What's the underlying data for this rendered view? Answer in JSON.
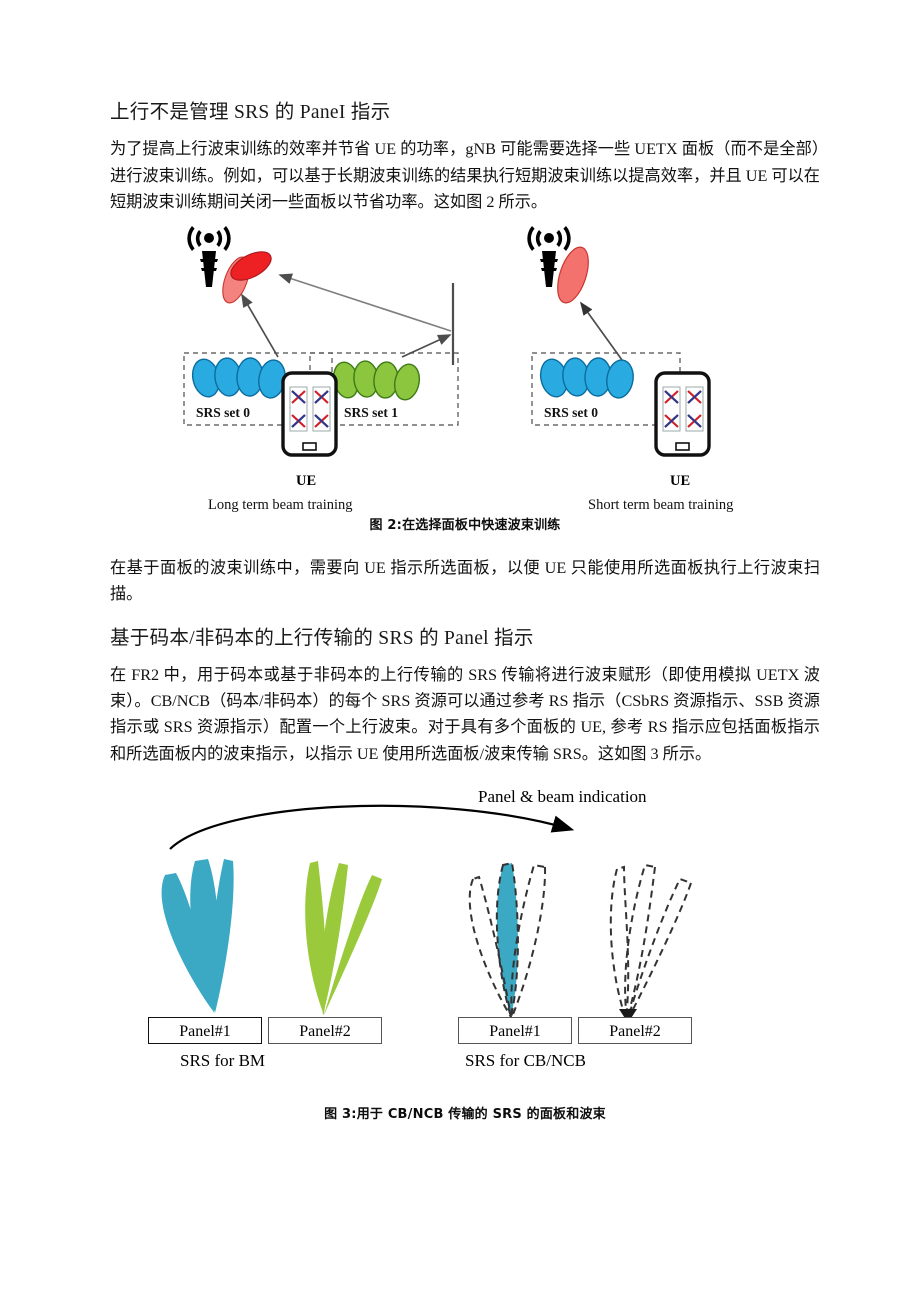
{
  "document": {
    "sections": [
      {
        "heading": "上行不是管理 SRS 的 PaneI 指示",
        "paragraphs": [
          "为了提高上行波束训练的效率并节省 UE 的功率，gNB 可能需要选择一些 UETX 面板（而不是全部）进行波束训练。例如，可以基于长期波束训练的结果执行短期波束训练以提高效率，并且 UE 可以在短期波束训练期间关闭一些面板以节省功率。这如图 2 所示。"
        ],
        "after_figure_paragraph": "在基于面板的波束训练中，需要向 UE 指示所选面板，以便 UE 只能使用所选面板执行上行波束扫描。"
      },
      {
        "heading": "基于码本/非码本的上行传输的 SRS 的 Panel 指示",
        "paragraphs": [
          "在 FR2 中，用于码本或基于非码本的上行传输的 SRS 传输将进行波束赋形（即使用模拟 UETX 波束）。CB/NCB（码本/非码本）的每个 SRS 资源可以通过参考 RS 指示（CSbRS 资源指示、SSB 资源指示或 SRS 资源指示）配置一个上行波束。对于具有多个面板的 UE, 参考 RS 指示应包括面板指示和所选面板内的波束指示，以指示 UE 使用所选面板/波束传输 SRS。这如图 3 所示。"
        ]
      }
    ]
  },
  "figure2": {
    "caption": "图 2:在选择面板中快速波束训练",
    "left": {
      "mode_label": "Long term beam training",
      "ue_label": "UE",
      "srs_set_left": "SRS set 0",
      "srs_set_right": "SRS set 1"
    },
    "right": {
      "mode_label": "Short term beam training",
      "ue_label": "UE",
      "srs_set_left": "SRS set 0"
    },
    "colors": {
      "gnb_beam_red": "#ED2024",
      "gnb_beam_red_light": "#F4827E",
      "srs_beam_blue": "#29ABE2",
      "srs_beam_green": "#8CC63F",
      "antenna_x_red": "#D12027",
      "antenna_x_blue": "#2B3990",
      "arrow_gray": "#4D4D4D",
      "dashed_box": "#4D4D4D"
    }
  },
  "figure3": {
    "caption": "图 3:用于 CB/NCB 传输的 SRS 的面板和波束",
    "annotation": "Panel & beam indication",
    "left_group": {
      "title": "SRS for BM",
      "panel1": "Panel#1",
      "panel2": "Panel#2"
    },
    "right_group": {
      "title": "SRS for CB/NCB",
      "panel1": "Panel#1",
      "panel2": "Panel#2"
    },
    "colors": {
      "beam_blue": "#3BA8C4",
      "beam_green": "#9ACA3C",
      "dashed_beam": "#333333",
      "arrow": "#000000"
    }
  }
}
